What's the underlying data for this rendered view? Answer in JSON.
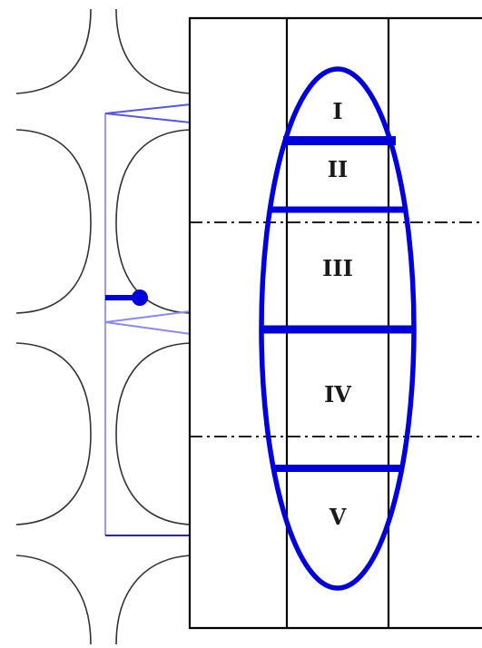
{
  "regions": [
    {
      "label": "I"
    },
    {
      "label": "II"
    },
    {
      "label": "III"
    },
    {
      "label": "IV"
    },
    {
      "label": "V"
    }
  ],
  "colors": {
    "accent": "#0000dd",
    "accent_light": "#9999ff",
    "line": "#000000",
    "arc": "#333333",
    "background": "#ffffff"
  }
}
